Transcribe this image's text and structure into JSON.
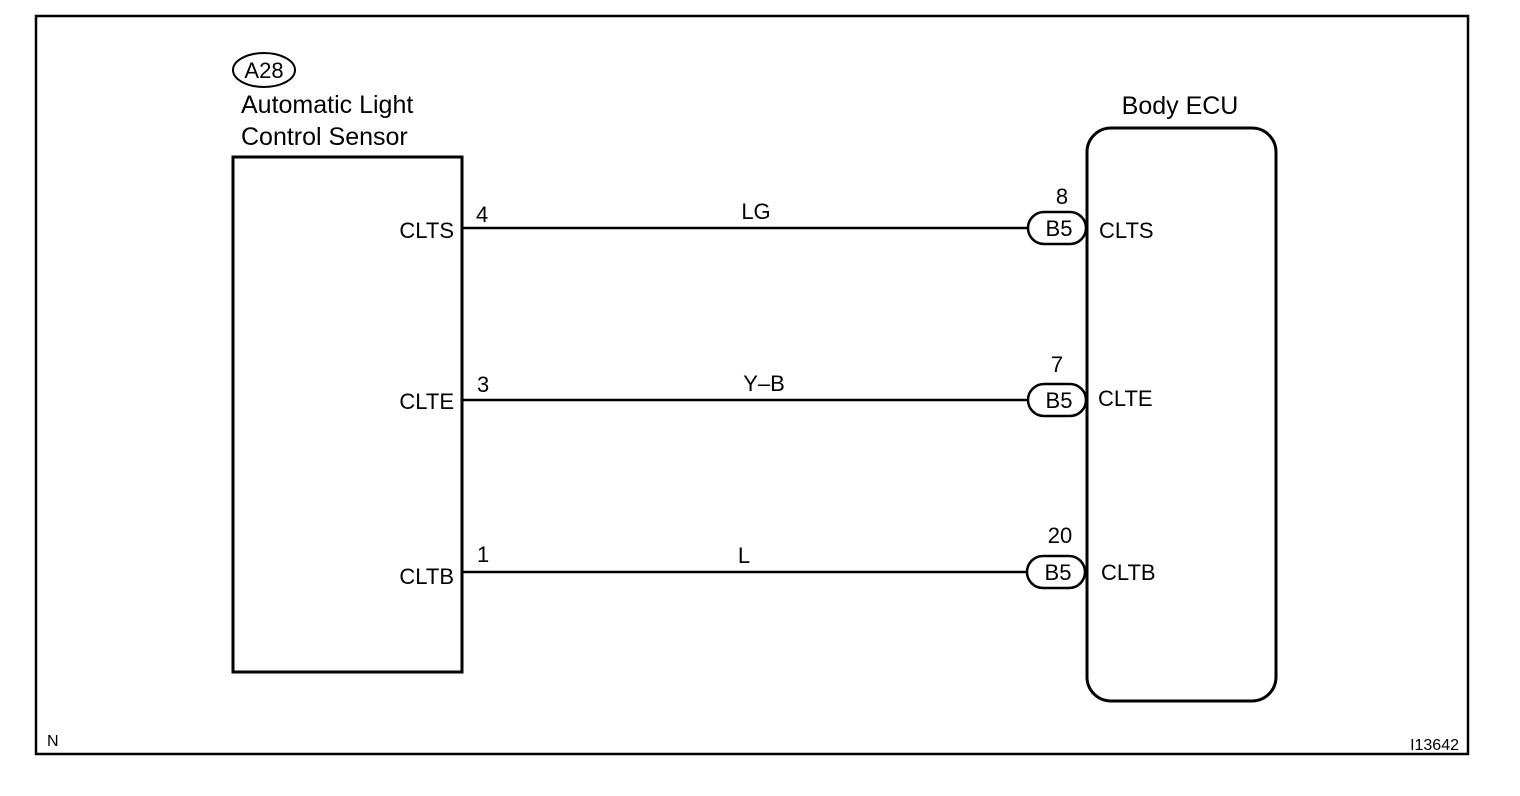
{
  "frame": {
    "corner_left": "N",
    "corner_right": "I13642"
  },
  "sensor": {
    "connector": "A28",
    "title_line1": "Automatic Light",
    "title_line2": "Control Sensor",
    "pins": [
      {
        "label": "CLTS",
        "number": "4"
      },
      {
        "label": "CLTE",
        "number": "3"
      },
      {
        "label": "CLTB",
        "number": "1"
      }
    ]
  },
  "wires": [
    {
      "color": "LG"
    },
    {
      "color": "Y–B"
    },
    {
      "color": "L"
    }
  ],
  "ecu": {
    "title": "Body ECU",
    "pins": [
      {
        "connector": "B5",
        "number": "8",
        "label": "CLTS"
      },
      {
        "connector": "B5",
        "number": "7",
        "label": "CLTE"
      },
      {
        "connector": "B5",
        "number": "20",
        "label": "CLTB"
      }
    ]
  }
}
